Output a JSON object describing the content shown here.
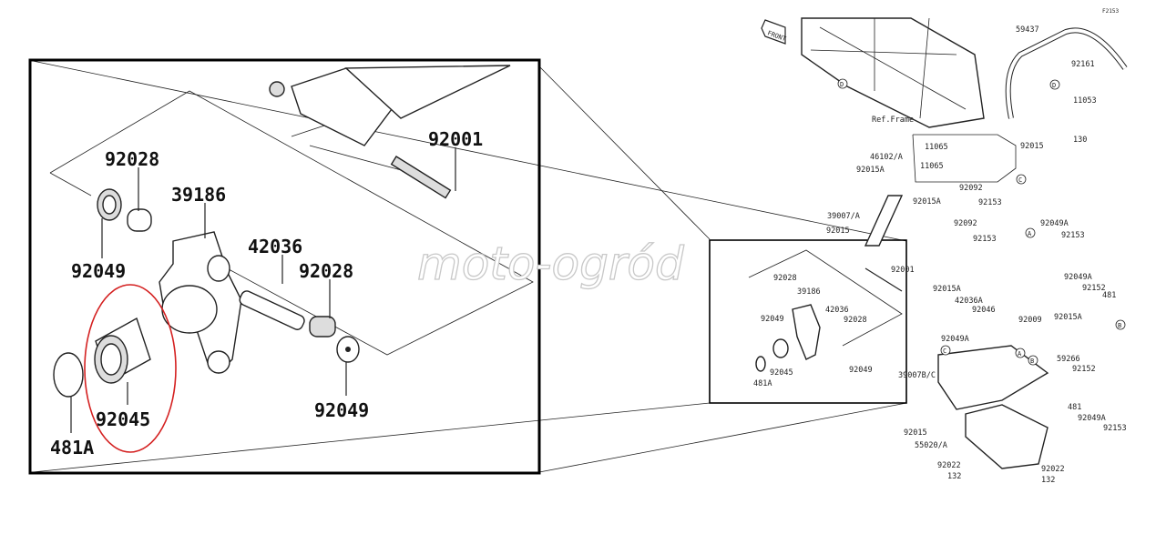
{
  "diagram_code": "F2153",
  "watermark": "moto-ogród",
  "front_label": "FRONT",
  "ref_frame": "Ref.Frame",
  "highlight_color": "#d42020",
  "detail_labels": [
    "92001",
    "92028",
    "39186",
    "42036",
    "92028",
    "92049",
    "92045",
    "481A",
    "92049"
  ],
  "overview_labels": [
    "59437",
    "92161",
    "11053",
    "130",
    "92015",
    "11065",
    "11065",
    "46102/A",
    "92015A",
    "92092",
    "92153",
    "92015A",
    "39007/A",
    "92015",
    "92092",
    "92153",
    "92049A",
    "92153",
    "92001",
    "92028",
    "39186",
    "92049",
    "42036",
    "92028",
    "92045",
    "481A",
    "92049",
    "92015A",
    "42036A",
    "92046",
    "92049A",
    "92009",
    "92049A",
    "92152",
    "481",
    "92015A",
    "59266",
    "92152",
    "39007B/C",
    "481",
    "92049A",
    "92153",
    "92015",
    "55020/A",
    "92022",
    "132",
    "92022",
    "132"
  ],
  "markers": [
    "D",
    "D",
    "C",
    "A",
    "B",
    "C",
    "A",
    "B"
  ]
}
